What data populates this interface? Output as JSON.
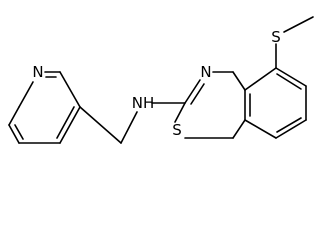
{
  "colors": {
    "background": "#ffffff",
    "bond": "#000000",
    "label": "#000000"
  },
  "atoms": {
    "pyridine_nitrogen": "N",
    "amine": "NH",
    "thiazole_nitrogen": "N",
    "thiazole_sulfur": "S",
    "thioether_sulfur": "S"
  }
}
